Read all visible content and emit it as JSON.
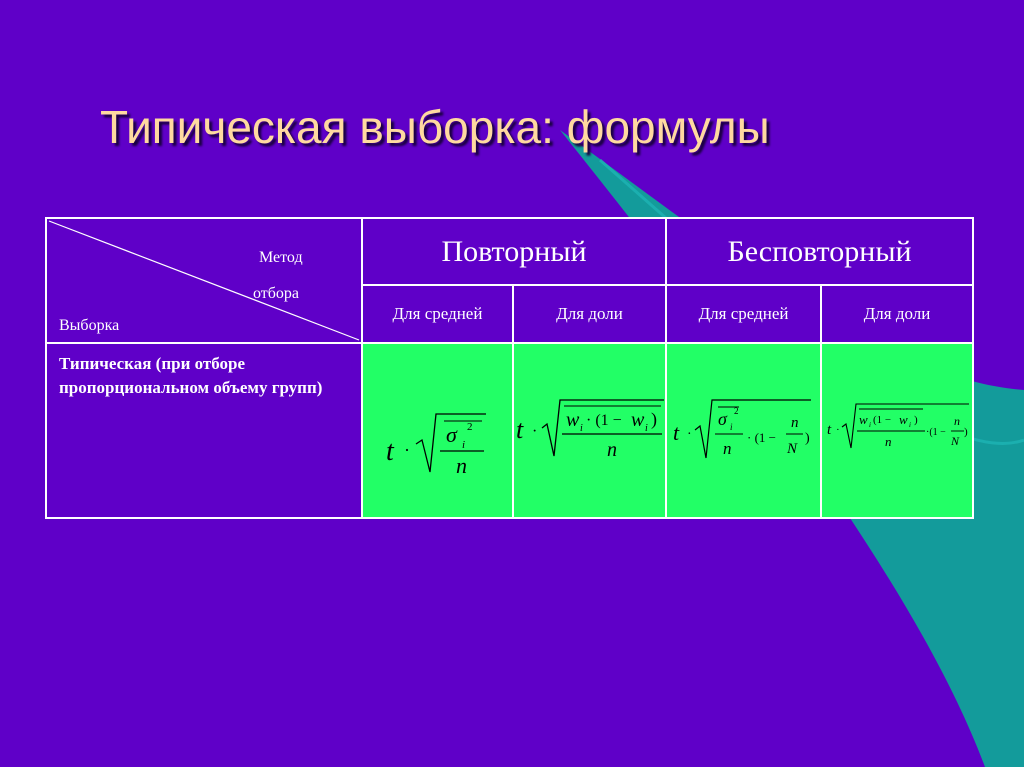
{
  "slide": {
    "title": "Типическая выборка: формулы",
    "background_color": "#5f00c8",
    "accent_color": "#139b9b",
    "formula_bg_color": "#22ff66",
    "title_color": "#ffd9a0"
  },
  "table": {
    "corner": {
      "top_line1": "Метод",
      "top_line2": "отбора",
      "bottom": "Выборка"
    },
    "groups": [
      {
        "label": "Повторный",
        "subcolumns": [
          "Для средней",
          "Для доли"
        ]
      },
      {
        "label": "Бесповторный",
        "subcolumns": [
          "Для средней",
          "Для доли"
        ]
      }
    ],
    "rows": [
      {
        "label": "Типическая (при отборе пропорциональном объему групп)",
        "formulas": [
          "t · √(σ̄ᵢ² / n)",
          "t · √(w̄ᵢ·(1 − w̄ᵢ) / n)",
          "t · √(σ̄ᵢ² / n · (1 − n/N))",
          "t · √(w̄ᵢ·(1 − w̄ᵢ) / n · (1 − n/N))"
        ]
      }
    ]
  }
}
